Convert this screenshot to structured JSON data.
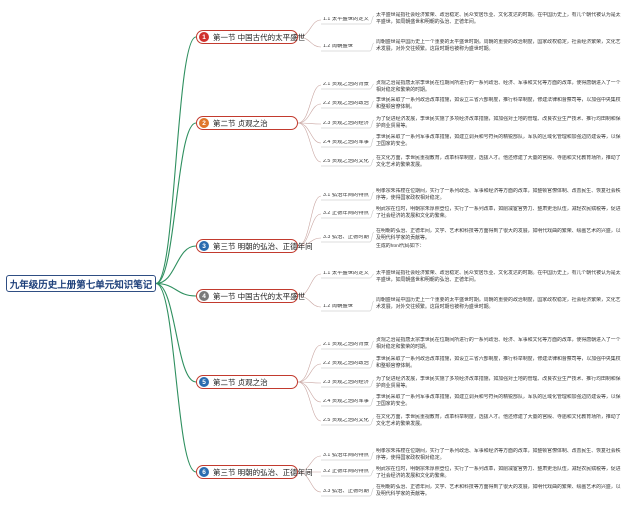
{
  "title": "九年级历史上册第七单元知识笔记",
  "colors": {
    "root_border": "#2f4e83",
    "branch_line": "#2e8f5f",
    "section_border": "#c23a2e"
  },
  "sections": [
    {
      "num": "1",
      "title": "第一节 中国古代的太平盛世",
      "badge_color": "#d0312d",
      "subs": [
        {
          "label": "1.1 太平盛世的定义",
          "text": "太平盛世是指社会经济繁荣、政治稳定、民众安居乐业、文化发达的时期。在中国历史上，有几个朝代被认为是太平盛世，如周朝盛世和明朝的弘治、正德年间。"
        },
        {
          "label": "1.2 周朝盛世",
          "text": "周朝盛世是中国历史上一个重要的太平盛世时期。周朝的重要的政治制度，国家政权稳定，社会经济繁荣，文化艺术发展，对外交往频繁。这段时期也被称为盛世时期。"
        }
      ]
    },
    {
      "num": "2",
      "title": "第二节 贞观之治",
      "badge_color": "#e0762a",
      "subs": [
        {
          "label": "2.1 贞观之治的背景",
          "text": "贞观之治是指唐太宗李世民在位期间所进行的一系列政治、经济、军事和文化等方面的改革，使得唐朝进入了一个相对稳定和繁荣的时期。"
        },
        {
          "label": "2.2 贞观之治的政治改革",
          "text": "李世民采取了一系列政治改革措施，如设立三省六部制度，推行科举制度，修建法律和督察司等，以加强中央集权和整顿官僚体制。"
        },
        {
          "label": "2.3 贞观之治的经济改革",
          "text": "为了促进经济发展，李世民实施了多项经济改革措施，如加强对土地的管理、改良农业生产技术、推行均田制和保护商业贸易等。"
        },
        {
          "label": "2.4 贞观之治的军事改革",
          "text": "李世民采取了一系列军事改革措施，如建立调兵和号符兵的精锐部队，军队的区域化管理和加强边防建设等，以保卫国家的安全。"
        },
        {
          "label": "2.5 贞观之治的文化发展",
          "text": "在文化方面，李世民重视教育，改革科举制度，选拔人才。他还修建了大量的宫殿、寺庙和文化教育场所，推动了文化艺术的繁荣发展。"
        }
      ]
    },
    {
      "num": "3",
      "title": "第三节 明朝的弘治、正德年间",
      "badge_color": "#2b6cb0",
      "subs": [
        {
          "label": "3.1 弘治年间的特点",
          "text": "明孝宗朱祐樘在位期间，实行了一系列政治、军事和经济等方面的改革，如整顿官僚体制、改善民生、恢复社会秩序等，使得国家政权相对稳定。"
        },
        {
          "label": "3.2 正德年间的特点",
          "text": "明武宗在位时，明朝宗朱厚照登位，实行了一系列改革，如削减宦官势力、整肃吏治队伍，减轻农民赋税等，促进了社会经济的发展和文化的繁荣。"
        },
        {
          "label": "3.3 弘治、正德时期的文化繁荣",
          "text": "在明朝的弘治、正德年间，文学、艺术和科技等方面得到了很大的发展，如明代戏曲的繁荣、绘画艺术的兴盛，以及明代科学家的贡献等。",
          "extra": "生成的html代码如下："
        }
      ]
    },
    {
      "num": "4",
      "title": "第一节 中国古代的太平盛世",
      "badge_color": "#7a7a7a",
      "subs": [
        {
          "label": "1.1 太平盛世的定义",
          "text": "太平盛世是指社会经济繁荣、政治稳定、民众安居乐业、文化发达的时期。在中国历史上，有几个朝代被认为是太平盛世，如周朝盛世和明朝的弘治、正德年间。"
        },
        {
          "label": "1.2 周朝盛世",
          "text": "周朝盛世是中国历史上一个重要的太平盛世时期。周朝的重要的政治制度，国家政权稳定，社会经济繁荣，文化艺术发展，对外交往频繁。这段时期也被称为盛世时期。"
        }
      ]
    },
    {
      "num": "5",
      "title": "第二节 贞观之治",
      "badge_color": "#2b6cb0",
      "subs": [
        {
          "label": "2.1 贞观之治的背景",
          "text": "贞观之治是指唐太宗李世民在位期间所进行的一系列政治、经济、军事和文化等方面的改革，使得唐朝进入了一个相对稳定和繁荣的时期。"
        },
        {
          "label": "2.2 贞观之治的政治改革",
          "text": "李世民采取了一系列政治改革措施，如设立三省六部制度，推行科举制度，修建法律和督察司等，以加强中央集权和整顿官僚体制。"
        },
        {
          "label": "2.3 贞观之治的经济改革",
          "text": "为了促进经济发展，李世民实施了多项经济改革措施，如加强对土地的管理、改良农业生产技术、推行均田制和保护商业贸易等。"
        },
        {
          "label": "2.4 贞观之治的军事改革",
          "text": "李世民采取了一系列军事改革措施，如建立调兵和号符兵的精锐部队，军队的区域化管理和加强边防建设等，以保卫国家的安全。"
        },
        {
          "label": "2.5 贞观之治的文化发展",
          "text": "在文化方面，李世民重视教育，改革科举制度，选拔人才。他还修建了大量的宫殿、寺庙和文化教育场所，推动了文化艺术的繁荣发展。"
        }
      ]
    },
    {
      "num": "6",
      "title": "第三节 明朝的弘治、正德年间",
      "badge_color": "#2b6cb0",
      "subs": [
        {
          "label": "3.1 弘治年间的特点",
          "text": "明孝宗朱祐樘在位期间，实行了一系列政治、军事和经济等方面的改革，如整顿官僚体制、改善民生、恢复社会秩序等，使得国家政权相对稳定。"
        },
        {
          "label": "3.2 正德年间的特点",
          "text": "明武宗在位时，明朝宗朱厚照登位，实行了一系列改革，如削减宦官势力、整肃吏治队伍，减轻农民赋税等，促进了社会经济的发展和文化的繁荣。"
        },
        {
          "label": "3.3 弘治、正德时期的文化繁荣",
          "text": "在明朝的弘治、正德年间，文学、艺术和科技等方面得到了很大的发展，如明代戏曲的繁荣、绘画艺术的兴盛，以及明代科学家的贡献等。"
        }
      ]
    }
  ]
}
